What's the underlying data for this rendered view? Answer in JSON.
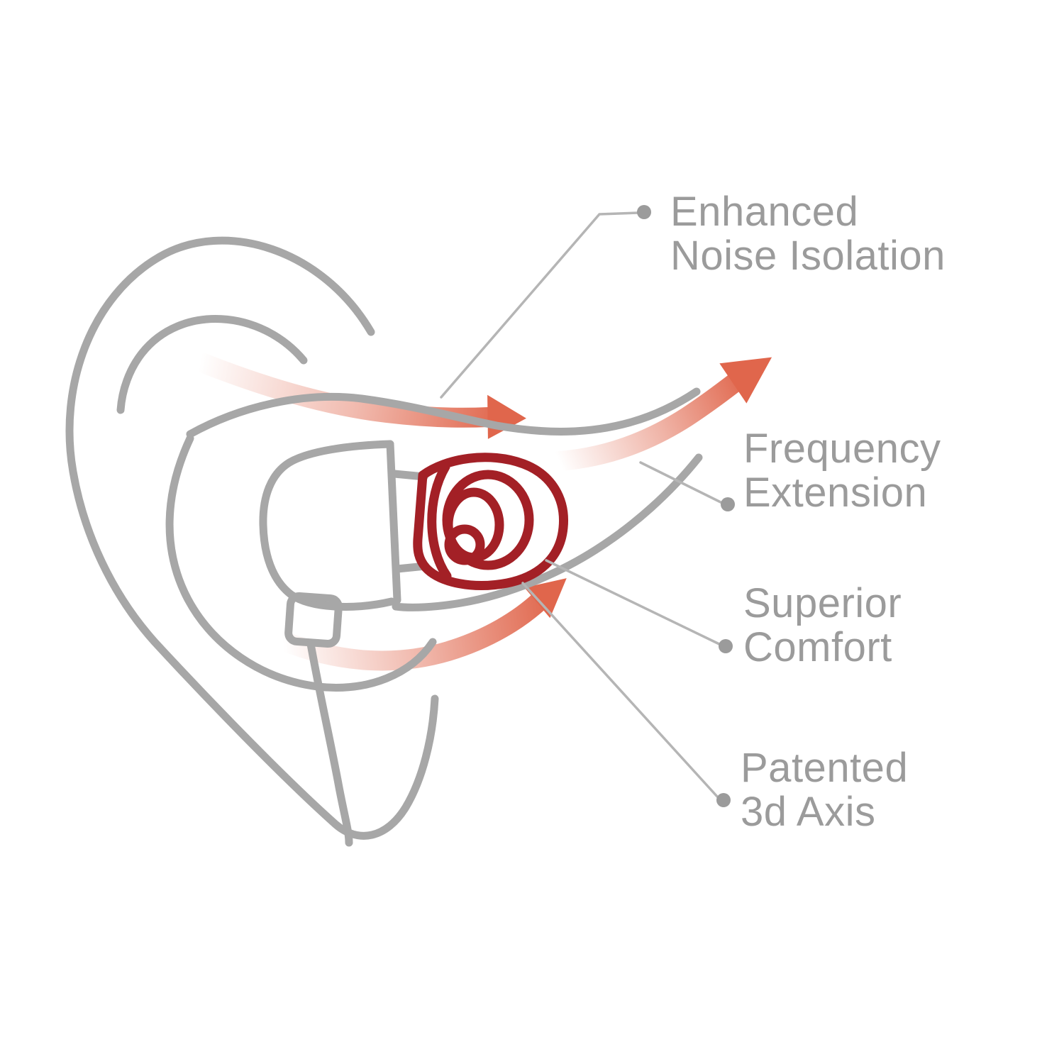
{
  "diagram": {
    "subject": "in-ear eartip feature callout diagram",
    "labels": [
      {
        "id": "enhanced-noise-isolation",
        "line1": "Enhanced",
        "line2": "Noise Isolation"
      },
      {
        "id": "frequency-extension",
        "line1": "Frequency",
        "line2": "Extension"
      },
      {
        "id": "superior-comfort",
        "line1": "Superior",
        "line2": "Comfort"
      },
      {
        "id": "patented-3d-axis",
        "line1": "Patented",
        "line2": "3d Axis"
      }
    ],
    "colors": {
      "line_art": "#a7a7a7",
      "eartip": "#a32026",
      "arrow": "#e0664c",
      "label_text": "#9b9b9b",
      "leader_line": "#b5b5b5",
      "leader_dot": "#9b9b9b",
      "background": "#ffffff"
    }
  }
}
